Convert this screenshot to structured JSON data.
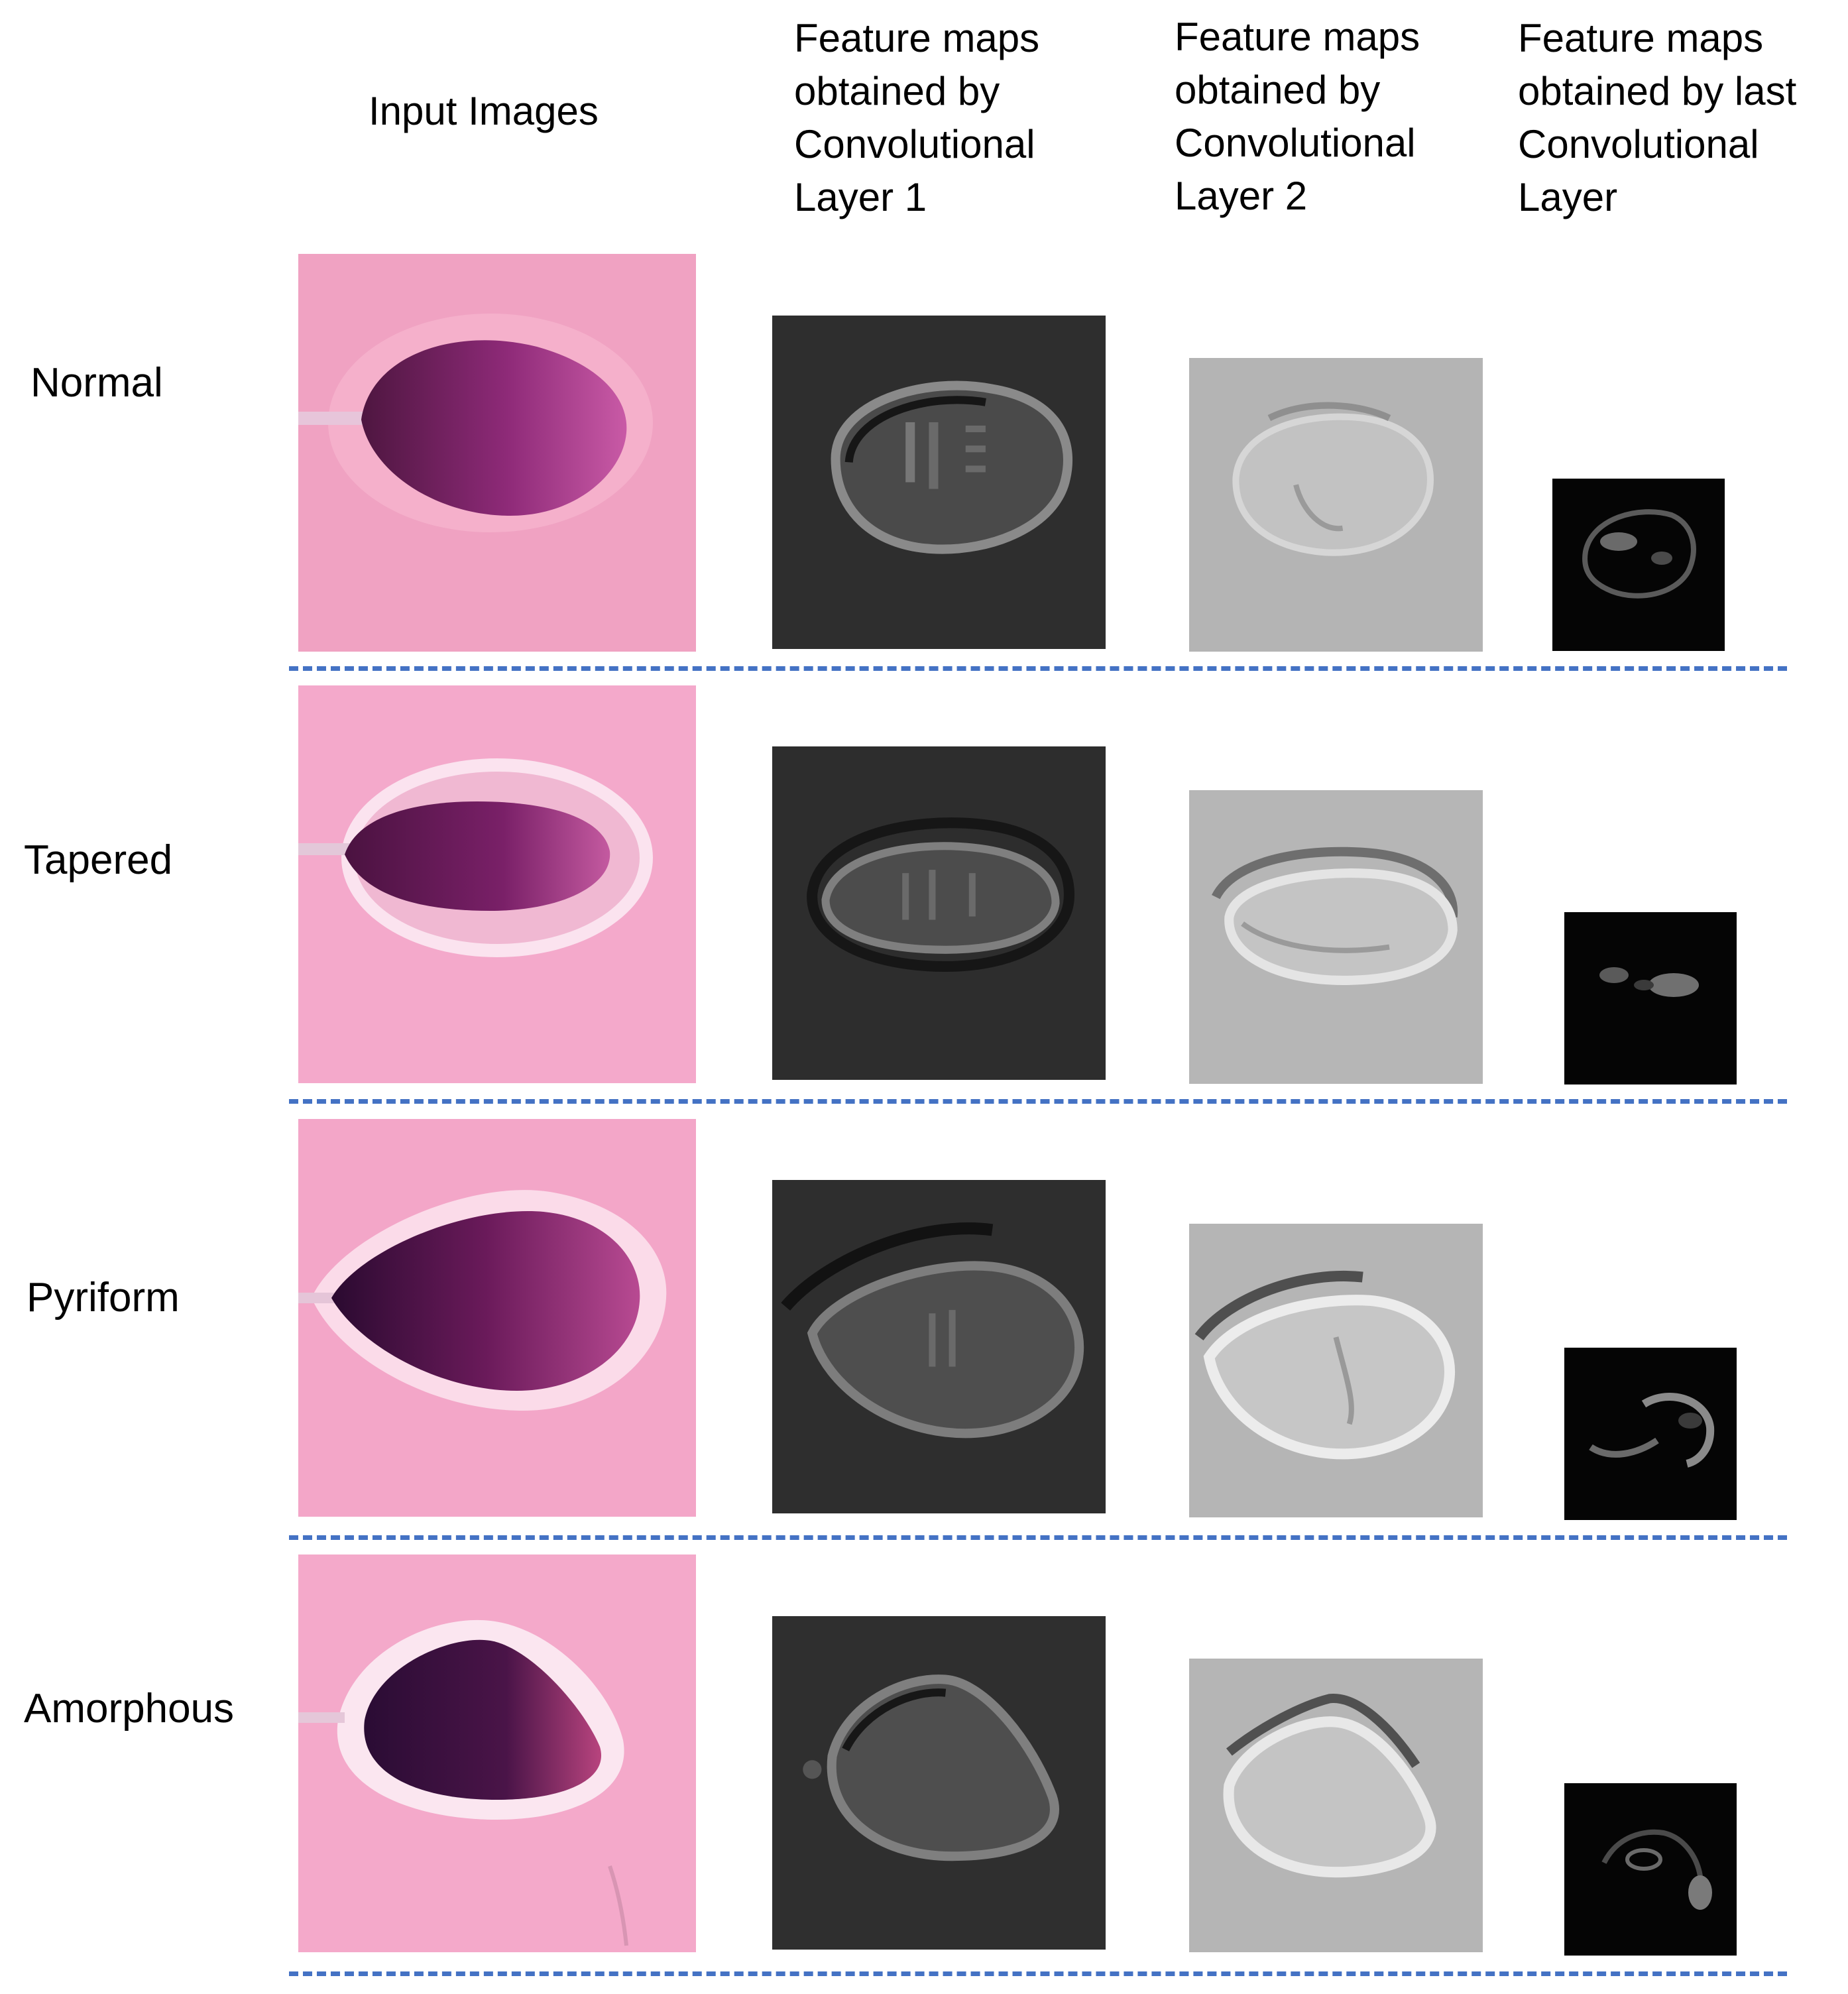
{
  "columns": [
    {
      "key": "input",
      "label": "Input Images"
    },
    {
      "key": "conv1",
      "label": "Feature maps\nobtained by\nConvolutional\nLayer 1"
    },
    {
      "key": "conv2",
      "label": "Feature maps\nobtained by\nConvolutional\nLayer 2"
    },
    {
      "key": "last",
      "label": "Feature maps\nobtained by last\nConvolutional\nLayer"
    }
  ],
  "rows": [
    {
      "label": "Normal"
    },
    {
      "label": "Tapered"
    },
    {
      "label": "Pyriform"
    },
    {
      "label": "Amorphous"
    }
  ],
  "colors": {
    "divider": "#4472c4",
    "input_background": "#f2a4c6",
    "sperm_head": "#5c1748",
    "conv1_background": "#2f2f2f",
    "conv2_background": "#b3b3b3",
    "last_background": "#070707"
  }
}
